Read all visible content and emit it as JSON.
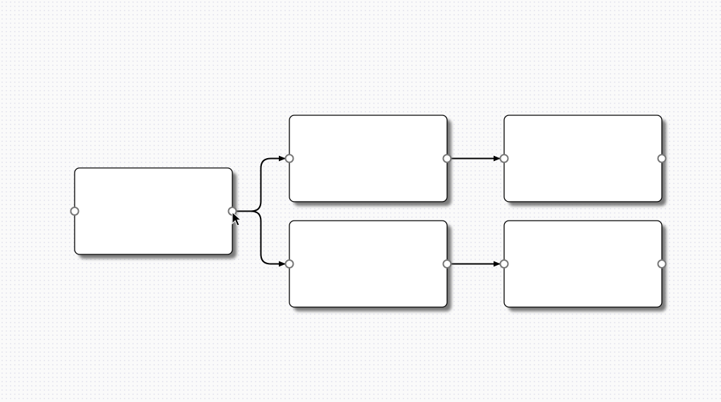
{
  "colors": {
    "background": "#fafafa",
    "node_fill": "#ffffff",
    "node_stroke": "#000000",
    "shadow": "#7a7a7a",
    "port_stroke": "#777777",
    "edge": "#000000"
  },
  "nodes": [
    {
      "id": "root",
      "label": ""
    },
    {
      "id": "top-middle",
      "label": ""
    },
    {
      "id": "bottom-middle",
      "label": ""
    },
    {
      "id": "top-right",
      "label": ""
    },
    {
      "id": "bottom-right",
      "label": ""
    }
  ],
  "edges": [
    {
      "from": "root",
      "to": "top-middle"
    },
    {
      "from": "root",
      "to": "bottom-middle"
    },
    {
      "from": "top-middle",
      "to": "top-right"
    },
    {
      "from": "bottom-middle",
      "to": "bottom-right"
    }
  ],
  "cursor": "arrow-pointer-icon"
}
